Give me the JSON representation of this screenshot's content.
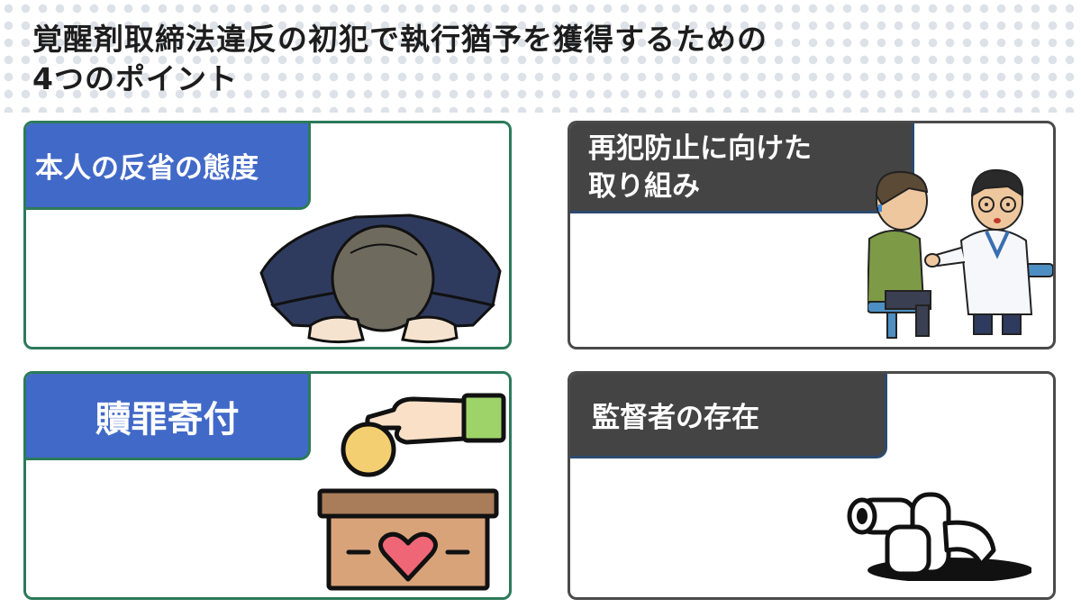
{
  "title_line1": "覚醒剤取締法違反の初犯で執行猶予を獲得するための",
  "title_line2": "4つのポイント",
  "cards": [
    {
      "label": "本人の反省の態度",
      "illustration": "bowing-person-icon",
      "color": "#4169c8"
    },
    {
      "label_line1": "再犯防止に向けた",
      "label_line2": "取り組み",
      "illustration": "doctor-patient-icon",
      "color": "#444444"
    },
    {
      "label": "贖罪寄付",
      "illustration": "donation-box-icon",
      "color": "#4169c8"
    },
    {
      "label": "監督者の存在",
      "illustration": "binoculars-icon",
      "color": "#444444"
    }
  ],
  "colors": {
    "green_border": "#2c7a5a",
    "gray_border": "#4a4a4a",
    "blue": "#4169c8",
    "dark": "#444444"
  }
}
